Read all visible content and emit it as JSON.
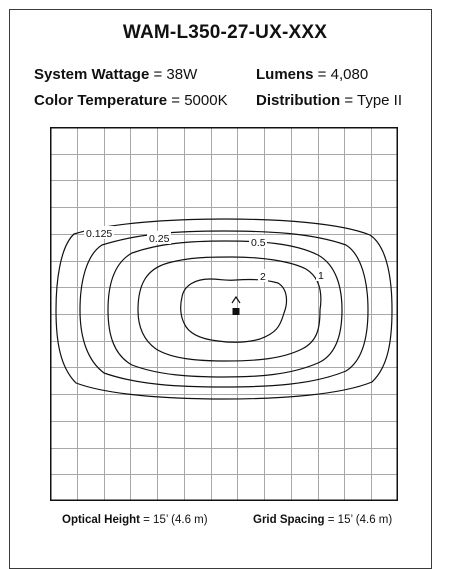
{
  "title": "WAM-L350-27-UX-XXX",
  "specs": {
    "system_wattage": {
      "label": "System Wattage",
      "eq": " = ",
      "value": "38W"
    },
    "lumens": {
      "label": "Lumens",
      "eq": " = ",
      "value": "4,080"
    },
    "color_temperature": {
      "label": "Color Temperature",
      "eq": " = ",
      "value": "5000K"
    },
    "distribution": {
      "label": "Distribution",
      "eq": " = ",
      "value": "Type II"
    }
  },
  "contours": [
    {
      "label": "0.125",
      "stroke": "#111111"
    },
    {
      "label": "0.25",
      "stroke": "#111111"
    },
    {
      "label": "0.5",
      "stroke": "#111111"
    },
    {
      "label": "1",
      "stroke": "#111111"
    },
    {
      "label": "2",
      "stroke": "#111111"
    }
  ],
  "footer": {
    "optical_height": {
      "label": "Optical Height",
      "value": " = 15’ (4.6 m)"
    },
    "grid_spacing": {
      "label": "Grid Spacing",
      "value": " = 15’ (4.6 m)"
    }
  },
  "colors": {
    "grid": "#a8a8a8",
    "border": "#111111",
    "contour": "#111111",
    "fixture": "#111111"
  }
}
